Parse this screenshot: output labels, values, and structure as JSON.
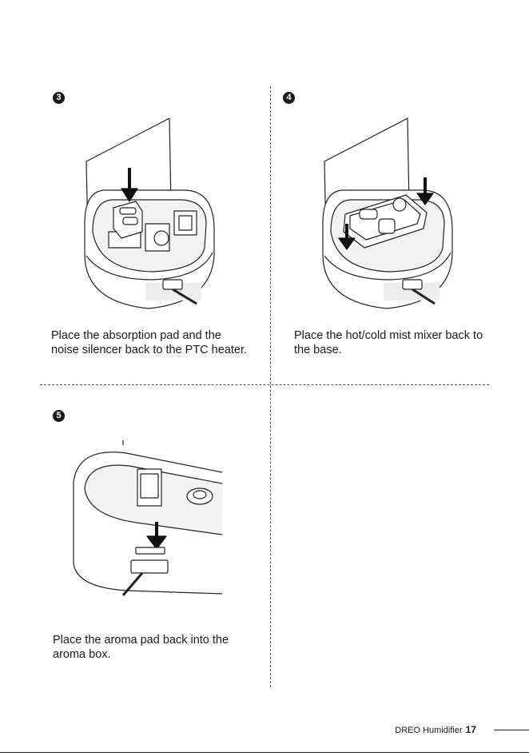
{
  "steps": [
    {
      "number": "3",
      "caption_line1": "Place the absorption pad and the",
      "caption_line2": "noise silencer back to the PTC heater."
    },
    {
      "number": "4",
      "caption_line1": "Place the hot/cold mist mixer back to",
      "caption_line2": "the base."
    },
    {
      "number": "5",
      "caption_line1": "Place the aroma pad back into the",
      "caption_line2": "aroma box."
    }
  ],
  "footer": {
    "brand": "DREO Humidifier",
    "page_number": "17"
  }
}
